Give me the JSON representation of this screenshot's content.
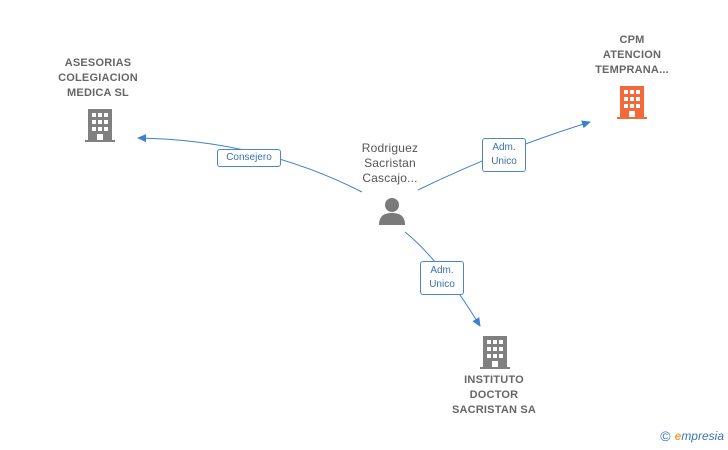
{
  "nodes": {
    "asesorias": {
      "lines": [
        "ASESORIAS",
        "COLEGIACION",
        "MEDICA SL"
      ],
      "icon": "building-icon",
      "color": "#808080"
    },
    "cpm": {
      "lines": [
        "CPM",
        "ATENCION",
        "TEMPRANA..."
      ],
      "icon": "building-icon",
      "color": "#f26a3a"
    },
    "person": {
      "lines": [
        "Rodriguez",
        "Sacristan",
        "Cascajo..."
      ],
      "icon": "person-icon",
      "color": "#7a7a7a"
    },
    "instituto": {
      "lines": [
        "INSTITUTO",
        "DOCTOR",
        "SACRISTAN SA"
      ],
      "icon": "building-icon",
      "color": "#808080"
    }
  },
  "edges": {
    "consejero": {
      "lines": [
        "Consejero"
      ]
    },
    "adm_cpm": {
      "lines": [
        "Adm.",
        "Unico"
      ]
    },
    "adm_instituto": {
      "lines": [
        "Adm.",
        "Unico"
      ]
    }
  },
  "edge_color": "#3f7fd0",
  "brand": {
    "copyright": "©",
    "e": "e",
    "rest": "mpresia"
  }
}
